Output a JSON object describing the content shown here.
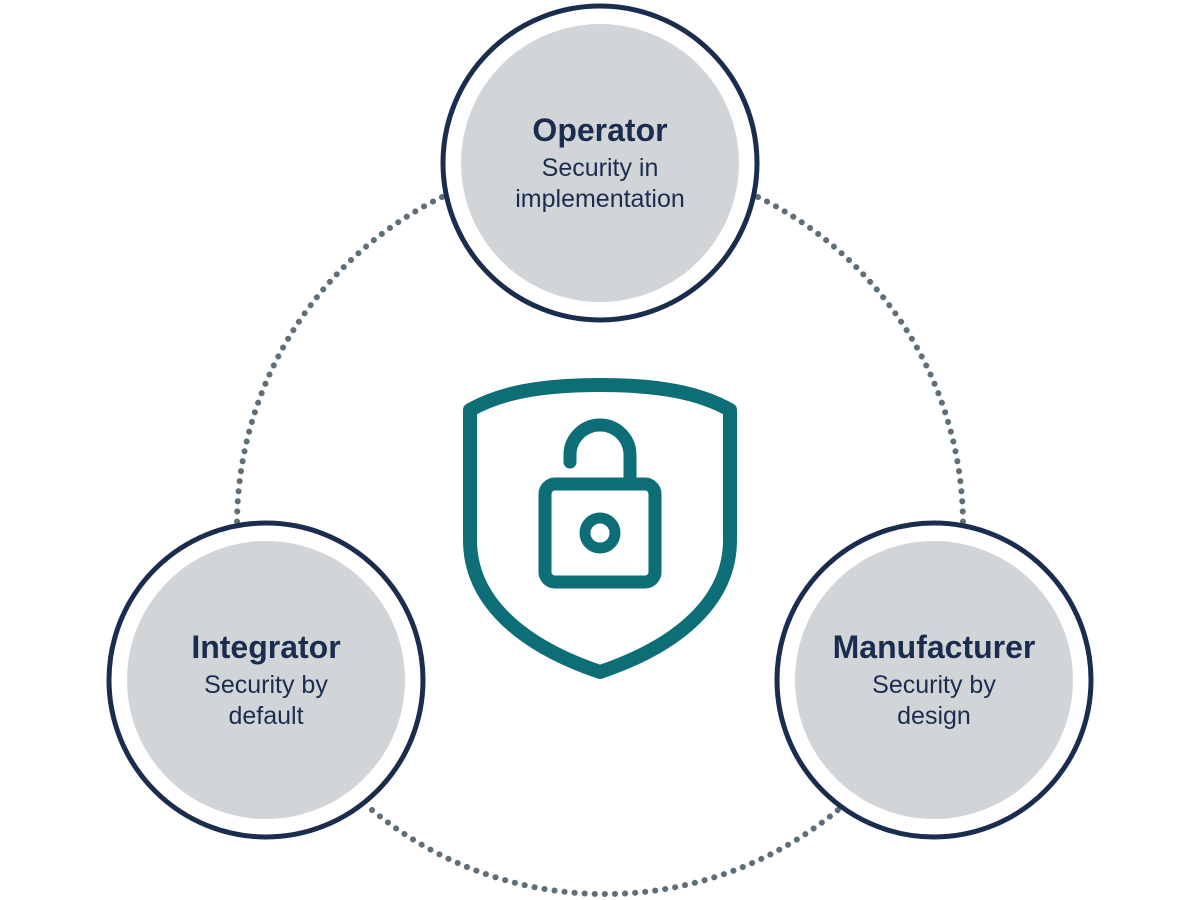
{
  "colors": {
    "navy": "#1b2d4f",
    "fill_gray": "#d1d5d8",
    "dots": "#5f6f79",
    "teal": "#0e6e78",
    "background": "#ffffff"
  },
  "center_icon": {
    "shield": "shield-icon",
    "lock": "open-padlock-icon"
  },
  "nodes": {
    "operator": {
      "title": "Operator",
      "line1": "Security in",
      "line2": "implementation"
    },
    "integrator": {
      "title": "Integrator",
      "line1": "Security by",
      "line2": "default"
    },
    "manufacturer": {
      "title": "Manufacturer",
      "line1": "Security by",
      "line2": "design"
    }
  }
}
